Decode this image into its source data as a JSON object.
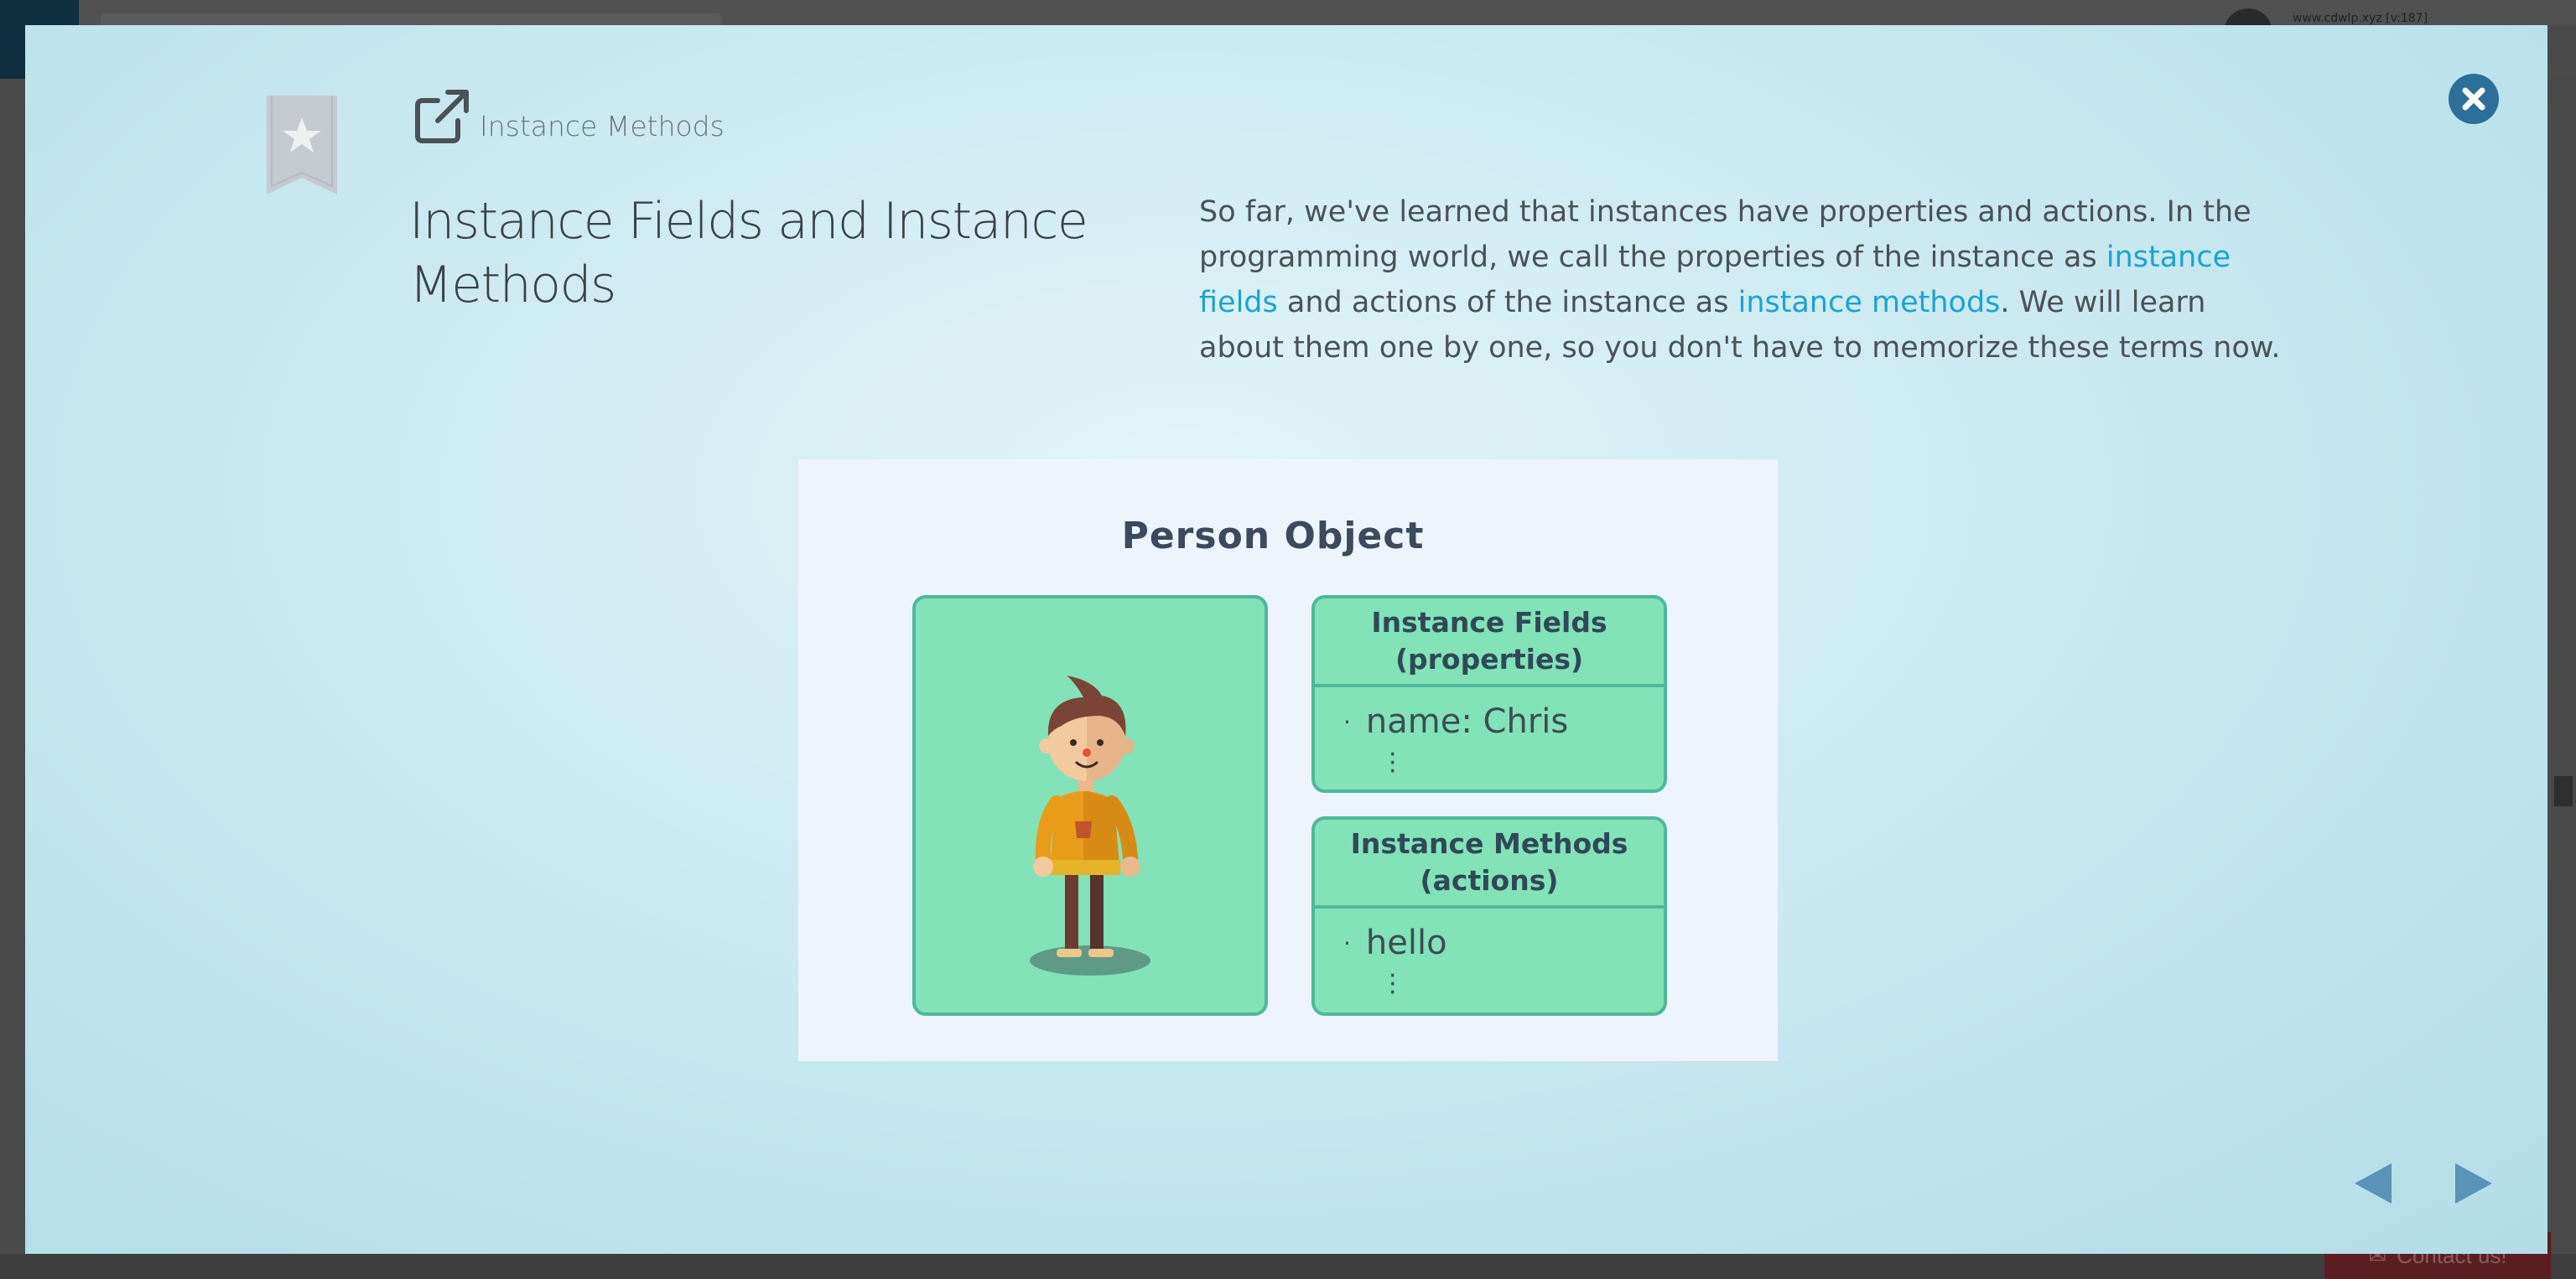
{
  "background": {
    "url_text": "www.cdwlp.xyz [v:187]",
    "contact_label": "Contact us!"
  },
  "modal": {
    "breadcrumb": "Instance Methods",
    "title": "Instance Fields and Instance Methods",
    "description": {
      "part1": "So far, we've learned that instances have properties and actions. In the programming world, we call the properties of the instance as ",
      "link1": "instance fields",
      "part2": " and actions of the instance as ",
      "link2": "instance methods",
      "part3": ". We will learn about them one by one, so you don't have to memorize these terms now."
    },
    "figure": {
      "title": "Person Object",
      "fields_box": {
        "heading_line1": "Instance Fields",
        "heading_line2": "(properties)",
        "item": "name: Chris"
      },
      "methods_box": {
        "heading_line1": "Instance Methods",
        "heading_line2": "(actions)",
        "item": "hello"
      }
    }
  },
  "icons": {
    "bookmark": "bookmark-star-icon",
    "external_link": "external-link-icon",
    "close": "close-icon",
    "prev": "arrow-left-icon",
    "next": "arrow-right-icon"
  },
  "colors": {
    "link": "#1aa3d6",
    "close_button": "#2c6f99",
    "card_fill": "#82e2b8",
    "card_border": "#4db99a",
    "nav_arrow": "#5b92b8"
  }
}
